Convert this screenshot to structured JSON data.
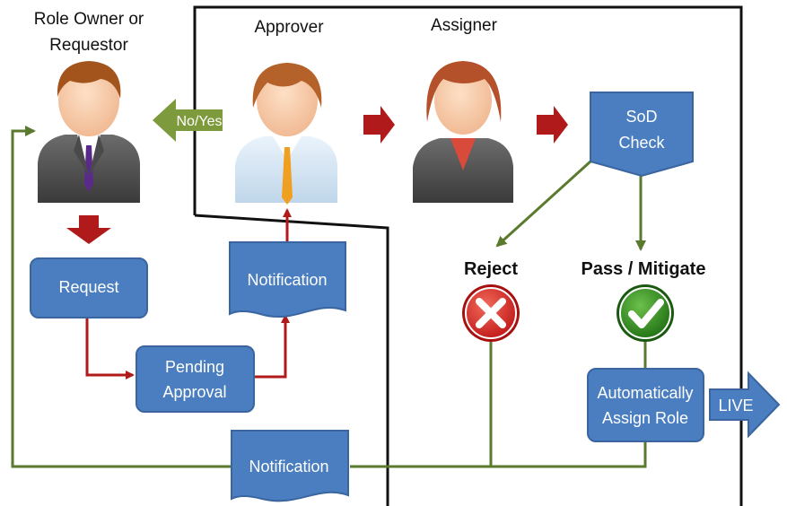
{
  "roles": {
    "requestor_line1": "Role Owner or",
    "requestor_line2": "Requestor",
    "approver": "Approver",
    "assigner": "Assigner"
  },
  "boxes": {
    "request": "Request",
    "pending_line1": "Pending",
    "pending_line2": "Approval",
    "notification_upper": "Notification",
    "notification_lower": "Notification",
    "sod_line1": "SoD",
    "sod_line2": "Check",
    "assign_line1": "Automatically",
    "assign_line2": "Assign Role"
  },
  "arrows": {
    "no_yes": "No/Yes",
    "live": "LIVE"
  },
  "outcomes": {
    "reject": "Reject",
    "pass": "Pass / Mitigate"
  },
  "colors": {
    "box_blue": "#4a7ec0",
    "box_border": "#3a659e",
    "flow_red": "#b01a1a",
    "flow_green": "#5a7a2e",
    "reject_red": "#d42020",
    "pass_green": "#2e8a1e"
  }
}
